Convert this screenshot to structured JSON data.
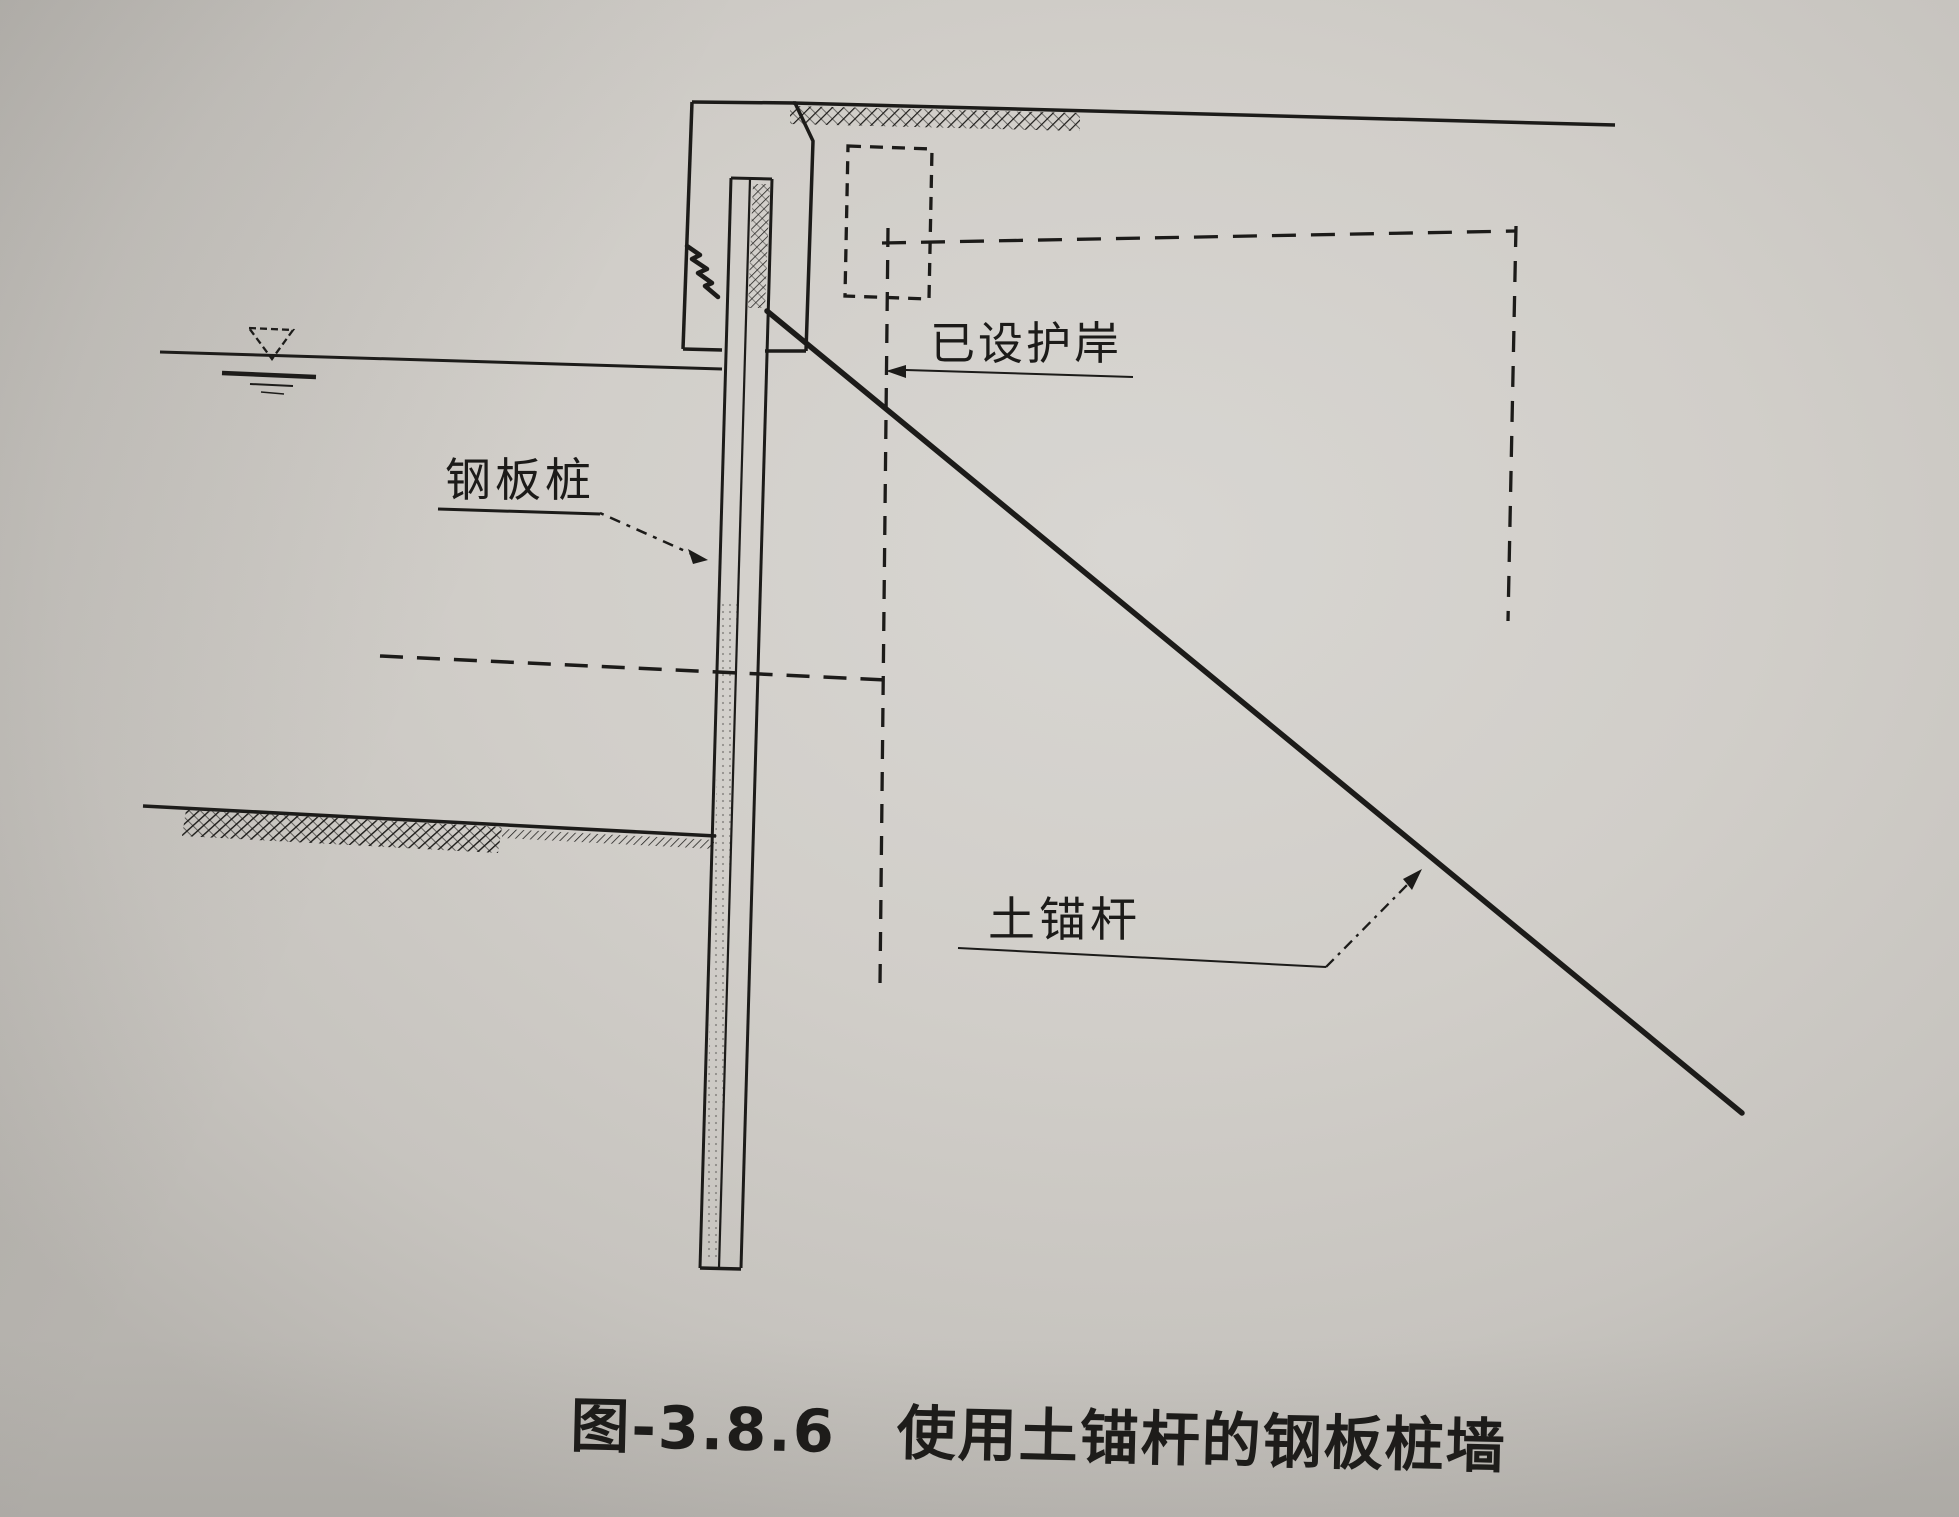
{
  "figure": {
    "caption": "图-3.8.6　使用土锚杆的钢板桩墙",
    "labels": {
      "existing_revetment": "已设护岸",
      "steel_sheet_pile": "钢板桩",
      "ground_anchor": "土锚杆"
    },
    "icons": {
      "water_level": "dashed-inverted-triangle",
      "leader_arrows": "small-solid-triangle"
    },
    "colors": {
      "paper": "#cfccc7",
      "ink": "#1c1b19"
    }
  }
}
